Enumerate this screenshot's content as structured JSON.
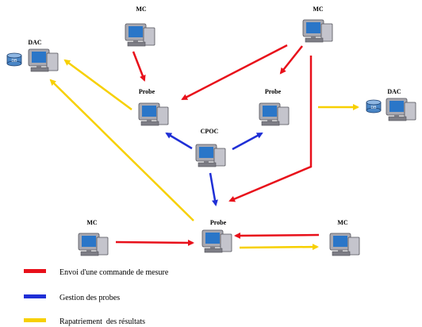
{
  "colors": {
    "command": "#e8101a",
    "management": "#1f2fd6",
    "results": "#f7d000",
    "monitor_body": "#a9a9b1",
    "screen": "#2a76c8",
    "db_blue": "#4a86c6"
  },
  "nodes": {
    "mc_top_center": "MC",
    "mc_top_right": "MC",
    "dac_left": "DAC",
    "dac_right": "DAC",
    "probe_left": "Probe",
    "probe_right": "Probe",
    "cpoc": "CPOC",
    "probe_bottom": "Probe",
    "mc_bottom_left": "MC",
    "mc_bottom_right": "MC"
  },
  "db_labels": {
    "left": "DB",
    "right": "DB"
  },
  "icons": {
    "computer": "desktop-computer-icon",
    "database": "database-cylinder-icon"
  },
  "legend": [
    {
      "label": "Envoi d'une commande de mesure",
      "color": "#e8101a"
    },
    {
      "label": "Gestion des probes",
      "color": "#1f2fd6"
    },
    {
      "label": "Rapatriement  des résultats",
      "color": "#f7d000"
    }
  ]
}
